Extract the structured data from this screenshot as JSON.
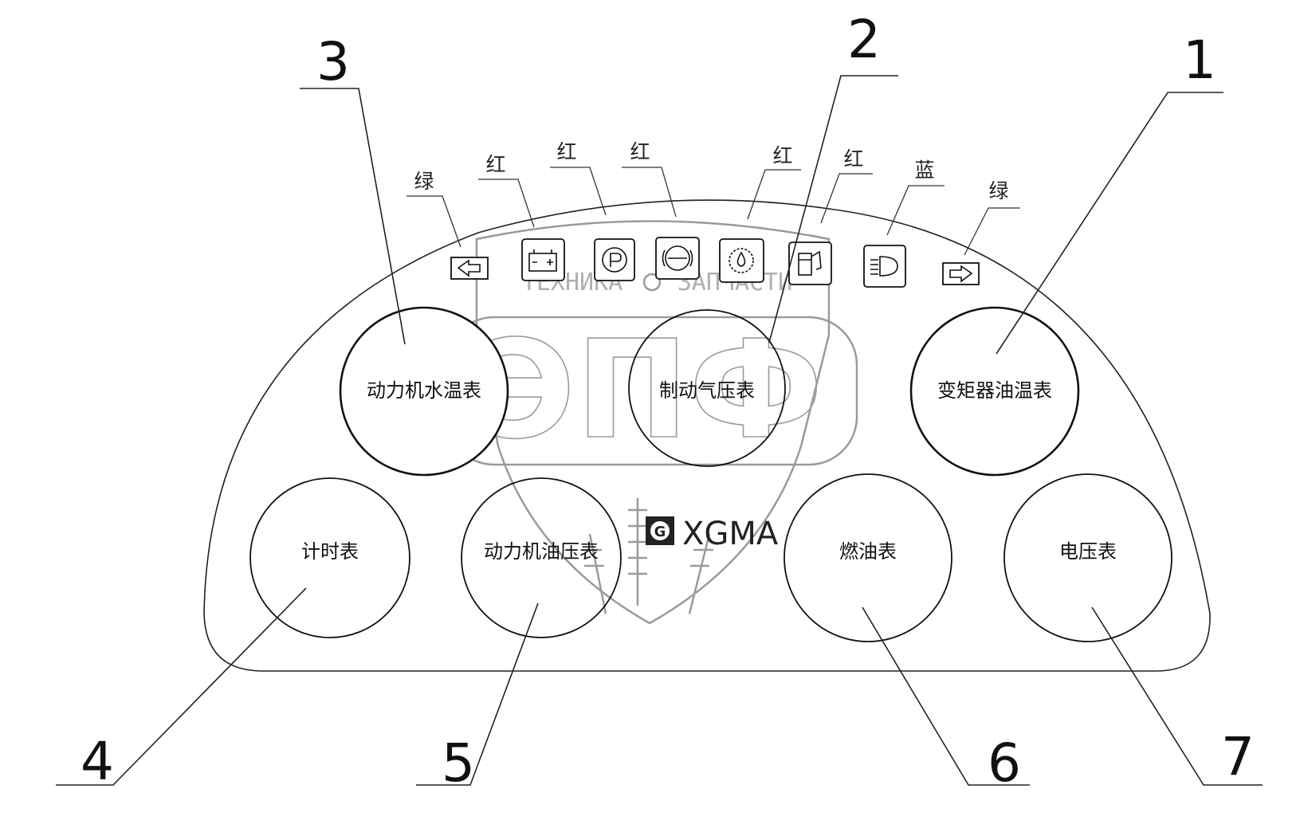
{
  "gauges": {
    "g1": "变矩器油温表",
    "g2": "制动气压表",
    "g3": "动力机水温表",
    "g4": "计时表",
    "g5": "动力机油压表",
    "g6": "燃油表",
    "g7": "电压表"
  },
  "callouts": {
    "c1": "1",
    "c2": "2",
    "c3": "3",
    "c4": "4",
    "c5": "5",
    "c6": "6",
    "c7": "7"
  },
  "indicator_colors": {
    "left_turn": "绿",
    "battery": "红",
    "parking": "红",
    "brake": "红",
    "oil_pressure": "红",
    "fuel": "红",
    "headlight": "蓝",
    "right_turn": "绿"
  },
  "indicator_icons": [
    "left-turn-arrow-icon",
    "battery-icon",
    "parking-brake-icon",
    "brake-warning-icon",
    "oil-pressure-icon",
    "fuel-pump-icon",
    "high-beam-icon",
    "right-turn-arrow-icon"
  ],
  "watermark": {
    "top_left": "ТЕХНИКА",
    "top_right": "ЗАПЧАСТИ",
    "main": "ЭПФ"
  },
  "brand": {
    "name": "XGMA",
    "logo_letter": "G"
  }
}
